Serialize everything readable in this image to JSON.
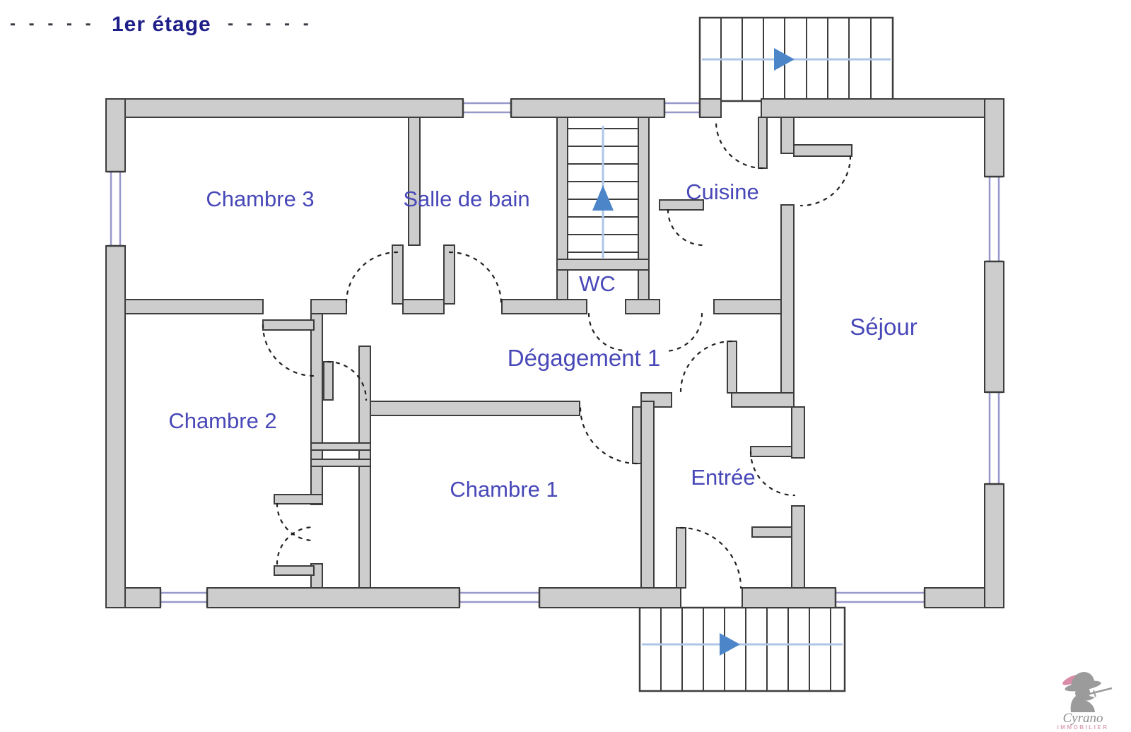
{
  "title": {
    "dashes_left": "- - - - -",
    "text": "1er étage",
    "dashes_right": "- - - - -"
  },
  "rooms": [
    {
      "id": "chambre-3",
      "label": "Chambre 3"
    },
    {
      "id": "salle-de-bain",
      "label": "Salle de bain"
    },
    {
      "id": "cuisine",
      "label": "Cuisine"
    },
    {
      "id": "wc",
      "label": "WC"
    },
    {
      "id": "sejour",
      "label": "Séjour"
    },
    {
      "id": "degagement-1",
      "label": "Dégagement 1"
    },
    {
      "id": "chambre-2",
      "label": "Chambre 2"
    },
    {
      "id": "chambre-1",
      "label": "Chambre 1"
    },
    {
      "id": "entree",
      "label": "Entrée"
    }
  ],
  "stairs": [
    {
      "id": "exterior-top",
      "direction": "right"
    },
    {
      "id": "interior-middle",
      "direction": "up"
    },
    {
      "id": "exterior-bottom",
      "direction": "right"
    }
  ],
  "logo": {
    "name": "Cyrano",
    "tagline": "IMMOBILIER"
  },
  "colors": {
    "wall_fill": "#cdcdcd",
    "wall_stroke": "#3d3d3d",
    "label_blue": "#4848b8",
    "title_navy": "#1f1f8a",
    "window_lavender": "#9898cc",
    "stair_route": "#adc6e8",
    "stair_arrow": "#4c86c9",
    "logo_gray": "#9b9b9b",
    "logo_pink": "#d98ca8"
  }
}
